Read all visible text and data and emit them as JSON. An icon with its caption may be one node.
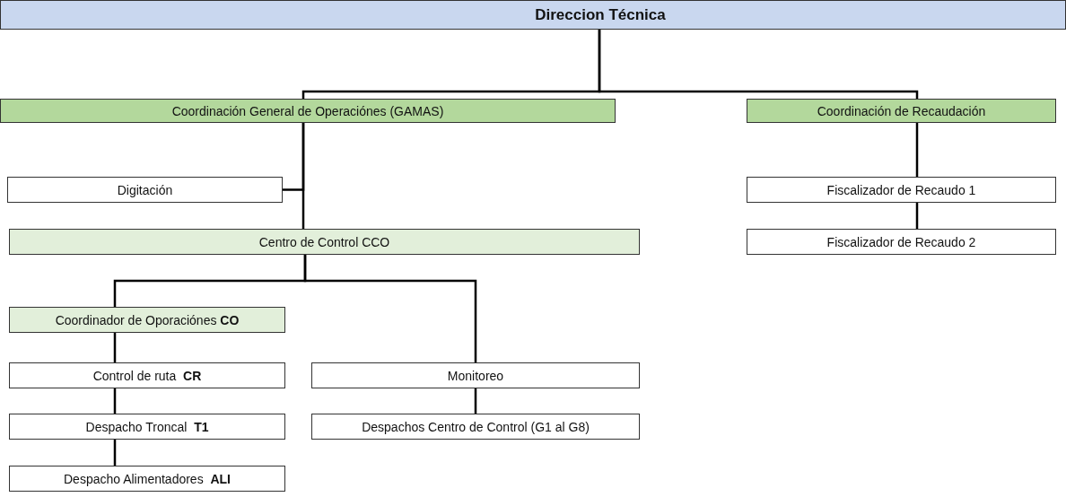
{
  "diagram": {
    "nodes": [
      {
        "text": [
          "Direccion Técnica"
        ]
      },
      {
        "text": [
          "Coordinación General de Operaciónes (GAMAS)"
        ]
      },
      {
        "text": [
          "Coordinación de Recaudación"
        ]
      },
      {
        "text": [
          "Digitación"
        ]
      },
      {
        "text": [
          "Centro de Control CCO"
        ]
      },
      {
        "text": [
          "Fiscalizador de Recaudo 1"
        ]
      },
      {
        "text": [
          "Fiscalizador de Recaudo 2"
        ]
      },
      {
        "text": [
          "Coordinador de Oporaciónes **CO**"
        ]
      },
      {
        "text": [
          "Control de ruta  **CR**"
        ]
      },
      {
        "text": [
          "Monitoreo"
        ]
      },
      {
        "text": [
          "Despacho Troncal  **T1**"
        ]
      },
      {
        "text": [
          "Despachos Centro de Control (G1 al G8)"
        ]
      },
      {
        "text": [
          "Despacho Alimentadores  **ALI**"
        ]
      }
    ],
    "edges": [
      {
        "from": 0,
        "to": 1,
        "arrow": "none"
      },
      {
        "from": 0,
        "to": 2,
        "arrow": "none"
      },
      {
        "from": 1,
        "to": 3,
        "arrow": "none"
      },
      {
        "from": 1,
        "to": 4,
        "arrow": "none"
      },
      {
        "from": 2,
        "to": 5,
        "arrow": "none"
      },
      {
        "from": 5,
        "to": 6,
        "arrow": "none"
      },
      {
        "from": 4,
        "to": 7,
        "arrow": "none"
      },
      {
        "from": 4,
        "to": 9,
        "arrow": "none"
      },
      {
        "from": 7,
        "to": 8,
        "arrow": "none"
      },
      {
        "from": 8,
        "to": 10,
        "arrow": "none"
      },
      {
        "from": 10,
        "to": 12,
        "arrow": "none"
      },
      {
        "from": 9,
        "to": 11,
        "arrow": "none"
      }
    ]
  }
}
